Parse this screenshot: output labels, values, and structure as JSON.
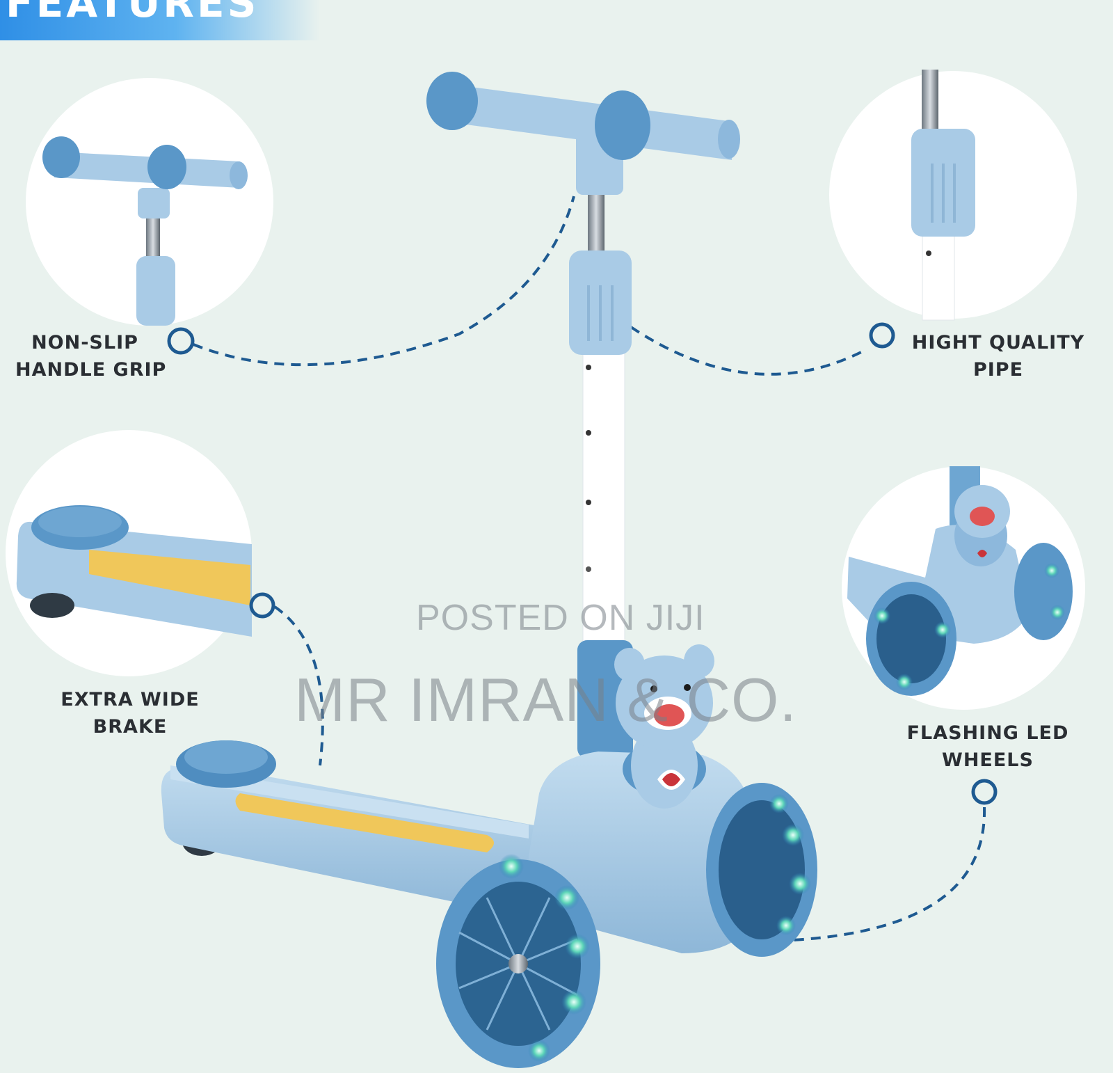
{
  "banner": {
    "title": "FEATURES",
    "color": "#2f8fe6"
  },
  "features": {
    "grip": {
      "line1": "NON-SLIP",
      "line2": "HANDLE GRIP"
    },
    "pipe": {
      "line1": "HIGHT QUALITY",
      "line2": "PIPE"
    },
    "brake": {
      "line1": "EXTRA WIDE",
      "line2": "BRAKE"
    },
    "wheels": {
      "line1": "FLASHING LED",
      "line2": "WHEELS"
    }
  },
  "watermark": {
    "line1": "POSTED ON JIJI",
    "line2": "MR IMRAN & CO."
  },
  "colors": {
    "background": "#e9f2ee",
    "scooter": "#a9cbe6",
    "accent": "#5a97c8",
    "led": "#5ed6b8",
    "dash": "#1e5a91"
  }
}
